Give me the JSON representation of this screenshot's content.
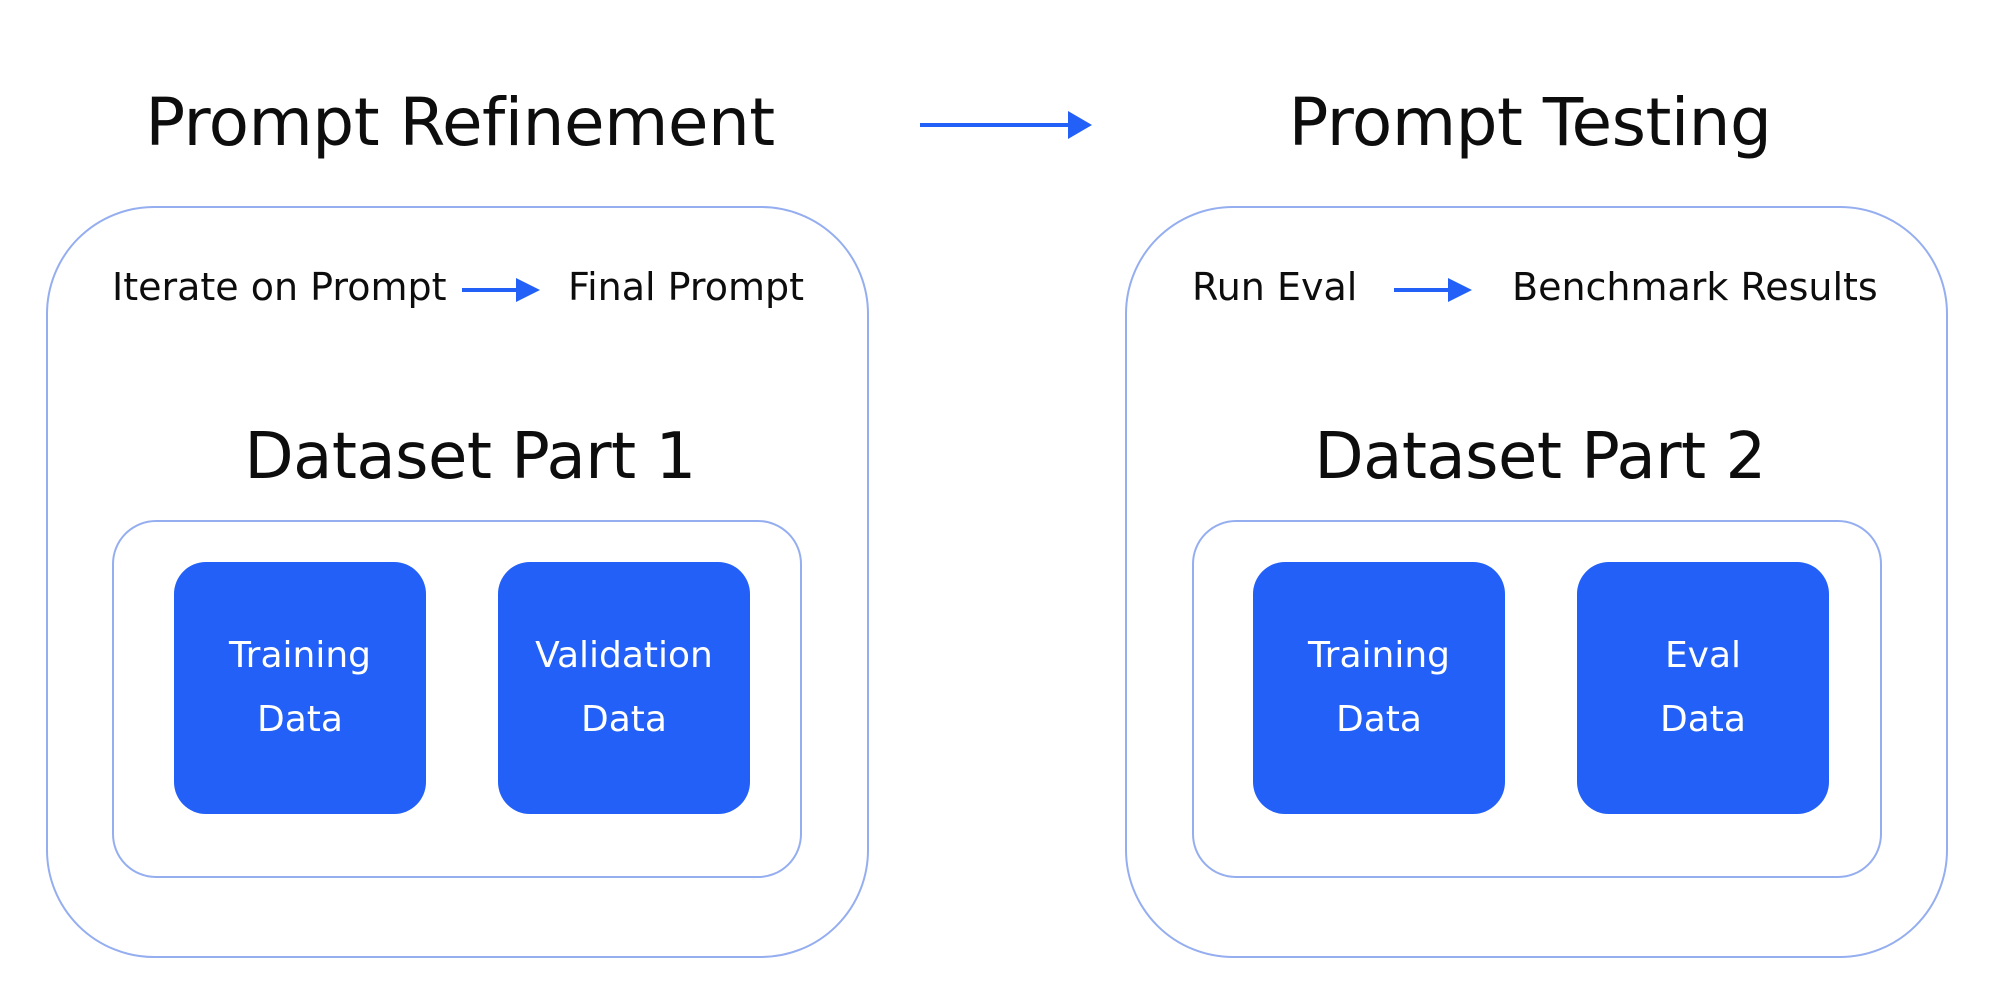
{
  "stages": {
    "left": {
      "title": "Prompt Refinement",
      "step_from": "Iterate on Prompt",
      "step_to": "Final Prompt",
      "dataset_title": "Dataset Part 1",
      "box_a": {
        "line1": "Training",
        "line2": "Data"
      },
      "box_b": {
        "line1": "Validation",
        "line2": "Data"
      }
    },
    "right": {
      "title": "Prompt Testing",
      "step_from": "Run Eval",
      "step_to": "Benchmark Results",
      "dataset_title": "Dataset Part 2",
      "box_a": {
        "line1": "Training",
        "line2": "Data"
      },
      "box_b": {
        "line1": "Eval",
        "line2": "Data"
      }
    }
  },
  "colors": {
    "accent_blue": "#2260f8",
    "panel_border": "#95aef0",
    "text": "#0d0d0d",
    "background": "#ffffff"
  },
  "icons": {
    "stage_connector": "arrow-right-icon",
    "step_connector": "arrow-right-icon"
  }
}
